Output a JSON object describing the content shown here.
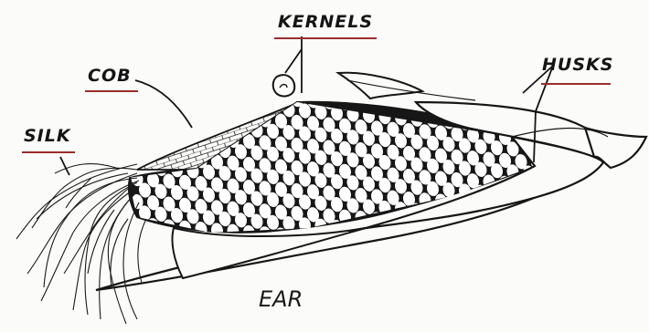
{
  "diagram": {
    "labels": {
      "kernels": "KERNELS",
      "cob": "COB",
      "husks": "HUSKS",
      "silk": "SILK",
      "ear": "EAR"
    },
    "colors": {
      "ink": "#141414",
      "label_underline": "#9b2d2d",
      "paper": "#fbfbf9",
      "kernel_fill": "#ffffff"
    },
    "icons": [
      "single-kernel-icon"
    ]
  }
}
